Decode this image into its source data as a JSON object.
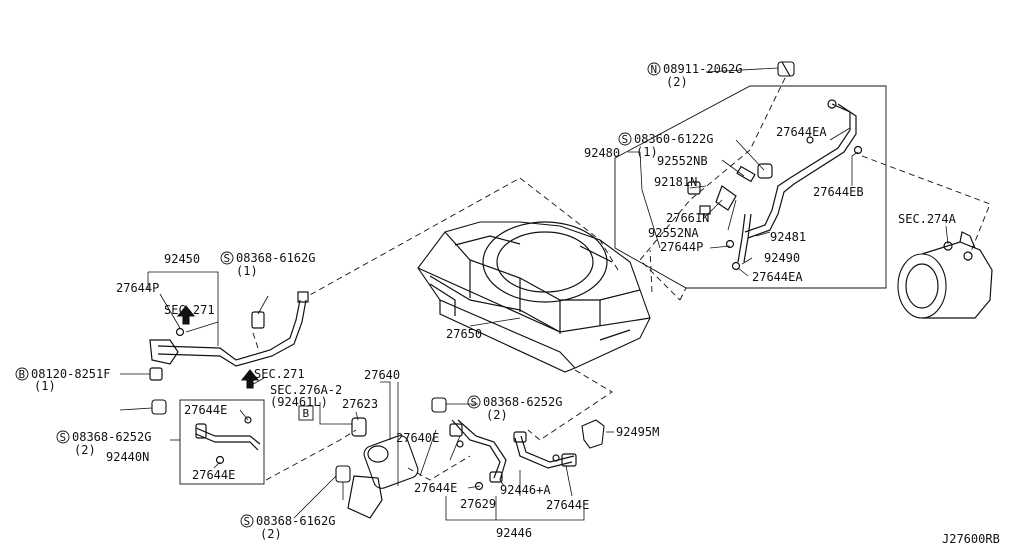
{
  "labels": {
    "p_08911": "08911-2062G",
    "q_2a": "(2)",
    "p_92480": "92480",
    "p_08360": "08360-6122G",
    "q_1a": "(1)",
    "p_27644EA_1": "27644EA",
    "p_92552NB": "92552NB",
    "p_92181N": "92181N",
    "p_27644EB": "27644EB",
    "p_27661N": "27661N",
    "p_92552NA": "92552NA",
    "p_92481": "92481",
    "p_27644P_1": "27644P",
    "p_92490": "92490",
    "p_27644EA_2": "27644EA",
    "p_sec274A": "SEC.274A",
    "p_92450": "92450",
    "p_08368_6162G_1": "08368-6162G",
    "q_1b": "(1)",
    "p_27644P_2": "27644P",
    "p_sec271_1": "SEC.271",
    "p_27650": "27650",
    "p_08120": "08120-8251F",
    "q_1c": "(1)",
    "p_sec271_2": "SEC.271",
    "p_27640": "27640",
    "p_sec276A2": "SEC.276A-2",
    "p_92461L": "(92461L)",
    "p_27623": "27623",
    "p_B": "B",
    "p_27644E_1": "27644E",
    "p_08368_6252G_1": "08368-6252G",
    "q_2b": "(2)",
    "p_92440N": "92440N",
    "p_27644E_2": "27644E",
    "p_27640E": "27640E",
    "p_08368_6252G_2": "08368-6252G",
    "q_2c": "(2)",
    "p_92495M": "92495M",
    "p_27644E_3": "27644E",
    "p_92446A": "92446+A",
    "p_27629": "27629",
    "p_27644E_4": "27644E",
    "p_92446": "92446",
    "p_08368_6162G_2": "08368-6162G",
    "q_2d": "(2)",
    "diagram_code": "J27600RB"
  },
  "prefixes": {
    "N": "N",
    "S": "S",
    "B": "B"
  }
}
